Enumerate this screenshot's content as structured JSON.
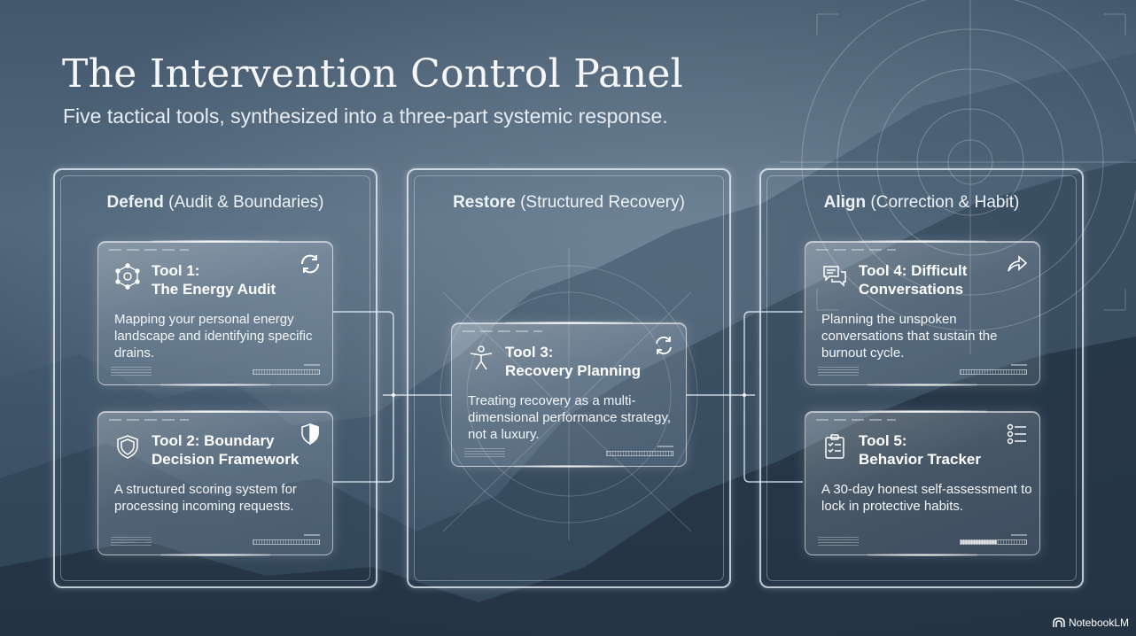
{
  "header": {
    "title": "The Intervention Control Panel",
    "subtitle": "Five tactical tools, synthesized into a three-part systemic response."
  },
  "columns": [
    {
      "bold": "Defend",
      "rest": " (Audit & Boundaries)"
    },
    {
      "bold": "Restore",
      "rest": " (Structured Recovery)"
    },
    {
      "bold": "Align",
      "rest": " (Correction & Habit)"
    }
  ],
  "cards": [
    {
      "title": "Tool 1:\nThe Energy Audit",
      "body": "Mapping your personal energy landscape and identifying specific drains.",
      "icon": "network-hexagon-icon",
      "corner_icon": "cycle-arrows-icon",
      "progress": 0
    },
    {
      "title": "Tool 2: Boundary\nDecision Framework",
      "body": "A structured scoring system for processing incoming requests.",
      "icon": "shield-icon",
      "corner_icon": "shield-half-icon",
      "progress": 0
    },
    {
      "title": "Tool 3:\nRecovery Planning",
      "body": "Treating recovery as a multi-dimensional performance strategy, not a luxury.",
      "icon": "stretching-person-icon",
      "corner_icon": "refresh-icon",
      "progress": 0
    },
    {
      "title": "Tool 4: Difficult\nConversations",
      "body": "Planning the unspoken conversations that sustain the burnout cycle.",
      "icon": "chat-bubbles-icon",
      "corner_icon": "share-arrow-icon",
      "progress": 0
    },
    {
      "title": "Tool 5:\nBehavior Tracker",
      "body": "A 30-day honest self-assessment to lock in protective habits.",
      "icon": "clipboard-check-icon",
      "corner_icon": "checklist-icon",
      "progress": 0.55
    }
  ],
  "branding": {
    "watermark": "NotebookLM"
  },
  "colors": {
    "background_top": "#43586c",
    "background_bottom": "#2c3c4e",
    "frame": "#ebf3fa"
  }
}
